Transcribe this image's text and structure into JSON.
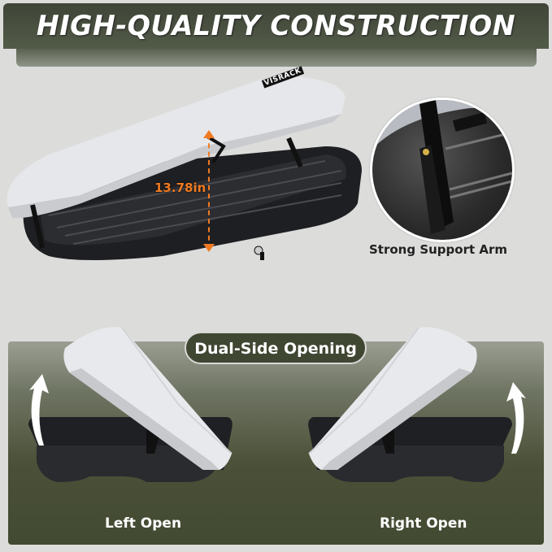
{
  "header": {
    "title": "HIGH-QUALITY CONSTRUCTION"
  },
  "main_product": {
    "brand_label": "VISRACK",
    "dimension_label": "13.78in",
    "dimension_color": "#f07a20"
  },
  "detail_callout": {
    "caption": "Strong Support Arm",
    "icon": "support-arm-closeup"
  },
  "opening_section": {
    "title": "Dual-Side Opening",
    "left_caption": "Left Open",
    "right_caption": "Right Open",
    "left_icon": "curved-arrow-up-icon",
    "right_icon": "curved-arrow-up-icon"
  },
  "colors": {
    "banner": "#3f4537",
    "panel": "#424a32",
    "background": "#dcdcdb",
    "box_lid": "#e8e9ec",
    "box_base": "#1f2023"
  }
}
